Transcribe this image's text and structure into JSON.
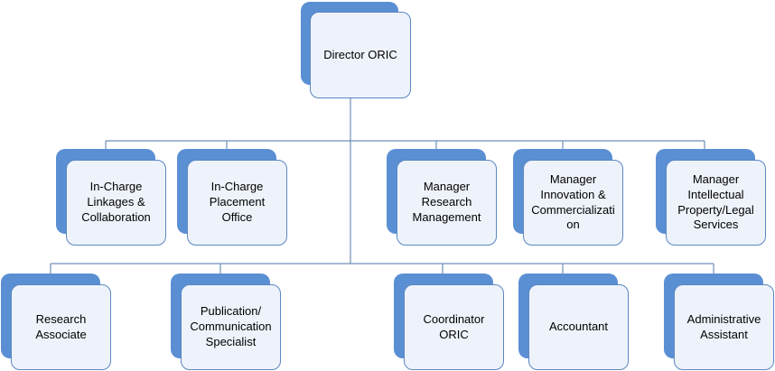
{
  "org_chart": {
    "colors": {
      "accent": "#5b8fd4",
      "box_fill": "#eef3fb",
      "box_border": "#5b87c2",
      "connector": "#6f8fb8"
    },
    "director": {
      "label": "Director ORIC"
    },
    "row1": [
      {
        "label": "In-Charge\nLinkages &\nCollaboration"
      },
      {
        "label": "In-Charge\nPlacement\nOffice"
      },
      {
        "label": "Manager\nResearch\nManagement"
      },
      {
        "label": "Manager\nInnovation &\nCommercializati\non"
      },
      {
        "label": "Manager\nIntellectual\nProperty/Legal\nServices"
      }
    ],
    "row2": [
      {
        "label": "Research\nAssociate"
      },
      {
        "label": "Publication/\nCommunication\nSpecialist"
      },
      {
        "label": "Coordinator\nORIC"
      },
      {
        "label": "Accountant"
      },
      {
        "label": "Administrative\nAssistant"
      }
    ]
  }
}
